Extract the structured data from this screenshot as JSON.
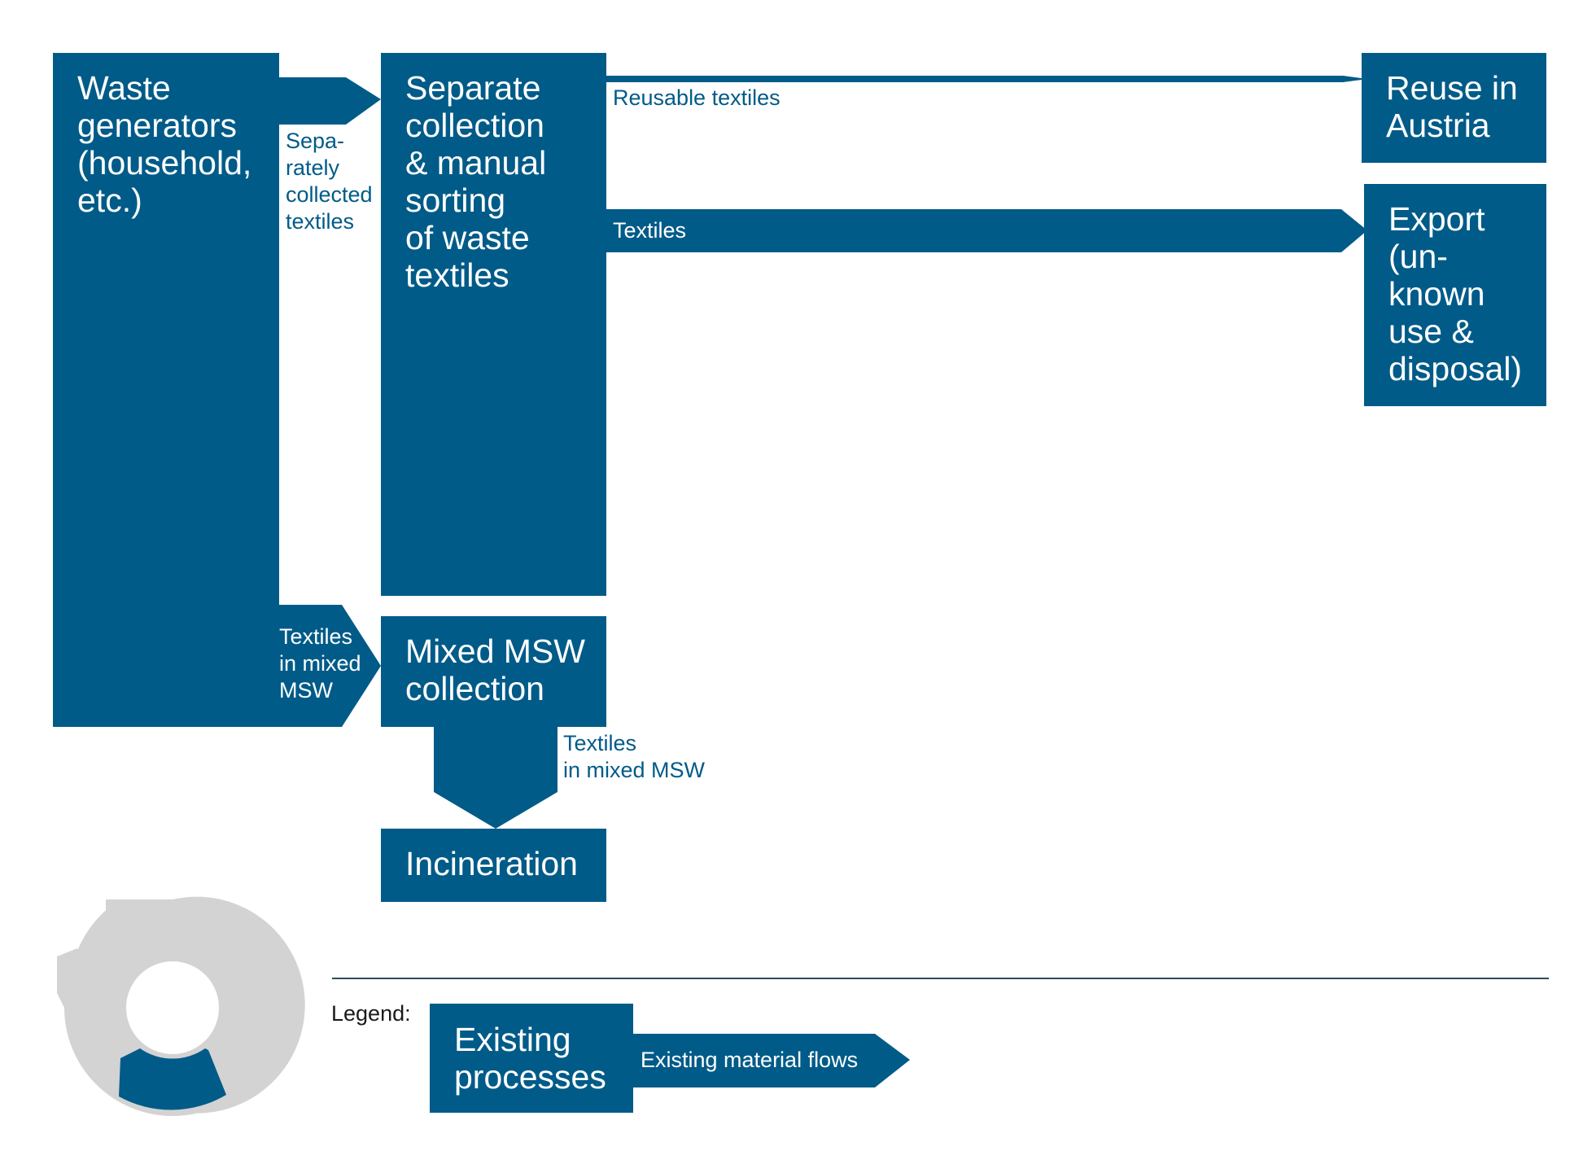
{
  "colors": {
    "process_fill": "#005b88",
    "flow_fill": "#005b88",
    "legend_text": "#1a1a1a",
    "divider": "#2e4a5a",
    "logo_grey": "#d3d3d3",
    "logo_blue": "#005b88"
  },
  "processes": {
    "waste_generators": "Waste\ngenerators\n(household,\netc.)",
    "separate_collection": "Separate\ncollection\n& manual\nsorting\nof waste\ntextiles",
    "mixed_msw": "Mixed MSW\ncollection",
    "incineration": "Incineration",
    "reuse_austria": "Reuse in\nAustria",
    "export": "Export\n(un-\nknown\nuse &\ndisposal)"
  },
  "flows": {
    "separately_collected": "Sepa-\nrately\ncollected\ntextiles",
    "textiles_mixed_msw_1": "Textiles\nin mixed\nMSW",
    "textiles_mixed_msw_2": "Textiles\nin mixed MSW",
    "reusable_textiles": "Reusable textiles",
    "textiles": "Textiles"
  },
  "legend": {
    "label": "Legend:",
    "process_label": "Existing\nprocesses",
    "flow_label": "Existing material flows"
  },
  "logo": {
    "icon": "circular-economy-logo-icon"
  }
}
